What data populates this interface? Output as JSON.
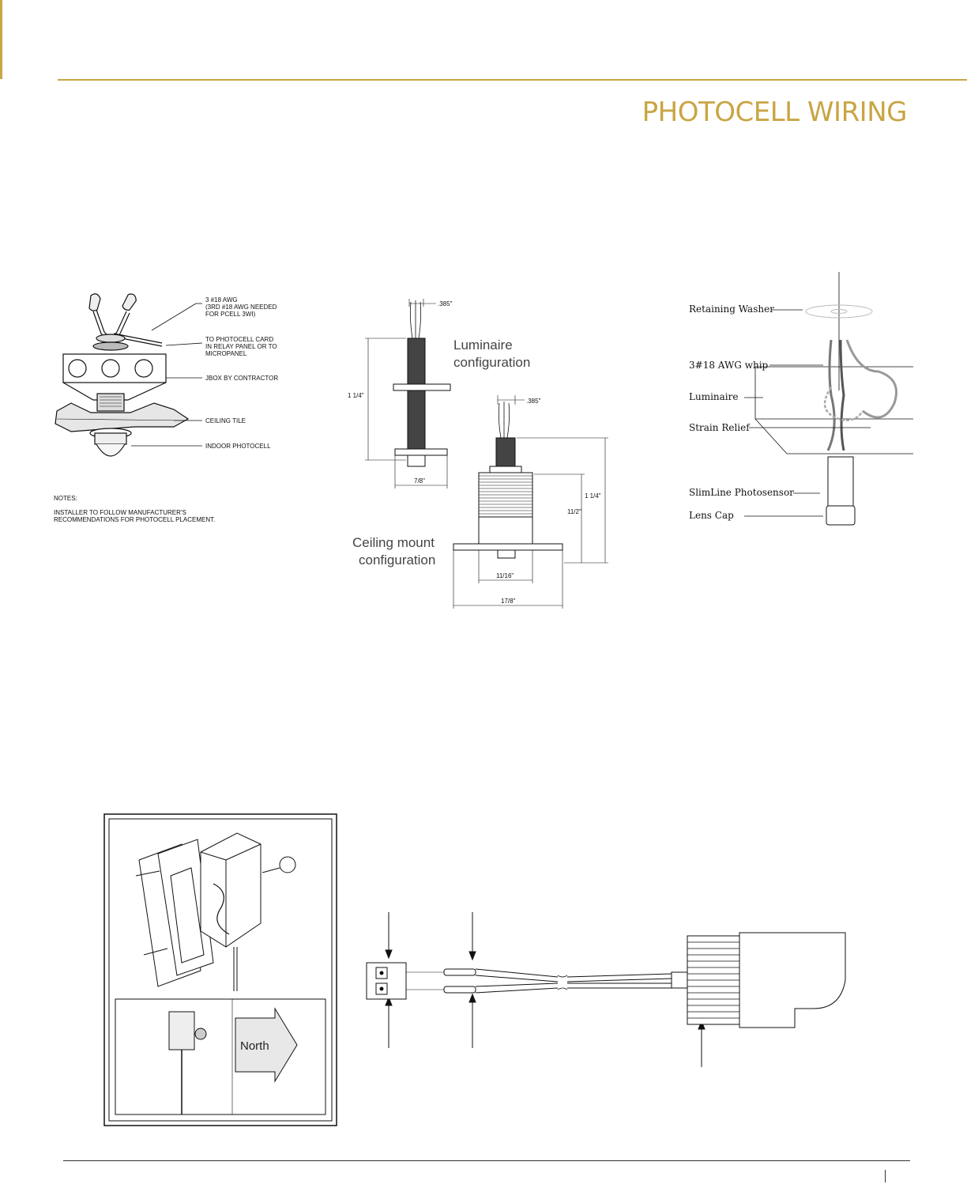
{
  "page": {
    "title": "PHOTOCELL WIRING"
  },
  "fig_indoor": {
    "label_awg": [
      "3 #18 AWG",
      "(3RD #18 AWG NEEDED",
      "FOR PCELL 3WI)"
    ],
    "label_card": [
      "TO PHOTOCELL CARD",
      "IN RELAY PANEL OR TO",
      "MICROPANEL"
    ],
    "label_jbox": "JBOX BY CONTRACTOR",
    "label_tile": "CEILING TILE",
    "label_photocell": "INDOOR PHOTOCELL",
    "notes_heading": "NOTES:",
    "notes_text": [
      "INSTALLER TO FOLLOW MANUFACTURER'S",
      "RECOMMENDATIONS FOR PHOTOCELL PLACEMENT."
    ]
  },
  "fig_dimensions": {
    "dim_385_top": ".385\"",
    "dim_385_mid": ".385\"",
    "dim_114_left": "1 1/4\"",
    "dim_114_right": "1 1/4\"",
    "dim_78": "7/8\"",
    "dim_112": "11/2\"",
    "dim_1116": "11/16\"",
    "dim_178": "17/8\"",
    "label_luminaire": [
      "Luminaire",
      "configuration"
    ],
    "label_ceiling": [
      "Ceiling mount",
      "configuration"
    ]
  },
  "fig_slimline": {
    "label_washer": "Retaining Washer",
    "label_whip": "3#18 AWG whip",
    "label_luminaire": "Luminaire",
    "label_strain": "Strain Relief",
    "label_sensor": "SlimLine Photosensor",
    "label_lens": "Lens Cap"
  },
  "fig_outdoor": {
    "label_north": "North"
  }
}
